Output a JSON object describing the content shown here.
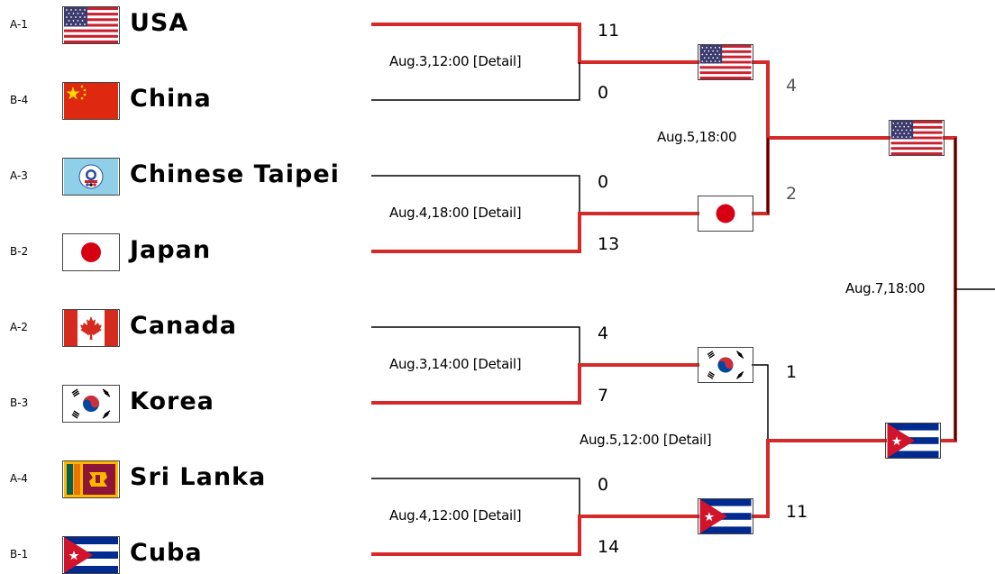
{
  "teams": [
    {
      "seed": "A-1",
      "name": "USA",
      "flag_icon": "usa-flag-icon"
    },
    {
      "seed": "B-4",
      "name": "China",
      "flag_icon": "china-flag-icon"
    },
    {
      "seed": "A-3",
      "name": "Chinese Taipei",
      "flag_icon": "chinese-taipei-flag-icon"
    },
    {
      "seed": "B-2",
      "name": "Japan",
      "flag_icon": "japan-flag-icon"
    },
    {
      "seed": "A-2",
      "name": "Canada",
      "flag_icon": "canada-flag-icon"
    },
    {
      "seed": "B-3",
      "name": "Korea",
      "flag_icon": "korea-flag-icon"
    },
    {
      "seed": "A-4",
      "name": "Sri Lanka",
      "flag_icon": "sri-lanka-flag-icon"
    },
    {
      "seed": "B-1",
      "name": "Cuba",
      "flag_icon": "cuba-flag-icon"
    }
  ],
  "quarterfinals": [
    {
      "date": "Aug.3,12:00 [Detail]",
      "scores": [
        "11",
        "0"
      ],
      "winner_flag": "usa-flag-icon"
    },
    {
      "date": "Aug.4,18:00 [Detail]",
      "scores": [
        "0",
        "13"
      ],
      "winner_flag": "japan-flag-icon"
    },
    {
      "date": "Aug.3,14:00 [Detail]",
      "scores": [
        "4",
        "7"
      ],
      "winner_flag": "korea-flag-icon"
    },
    {
      "date": "Aug.4,12:00 [Detail]",
      "scores": [
        "0",
        "14"
      ],
      "winner_flag": "cuba-flag-icon"
    }
  ],
  "semifinals": [
    {
      "date": "Aug.5,18:00",
      "scores": [
        "4",
        "2"
      ],
      "winner_flag": "usa-flag-icon"
    },
    {
      "date": "Aug.5,12:00 [Detail]",
      "scores": [
        "1",
        "11"
      ],
      "winner_flag": "cuba-flag-icon"
    }
  ],
  "final": {
    "date": "Aug.7,18:00"
  },
  "colors": {
    "winner_line": "#d42a2a",
    "loser_line": "#000000"
  }
}
